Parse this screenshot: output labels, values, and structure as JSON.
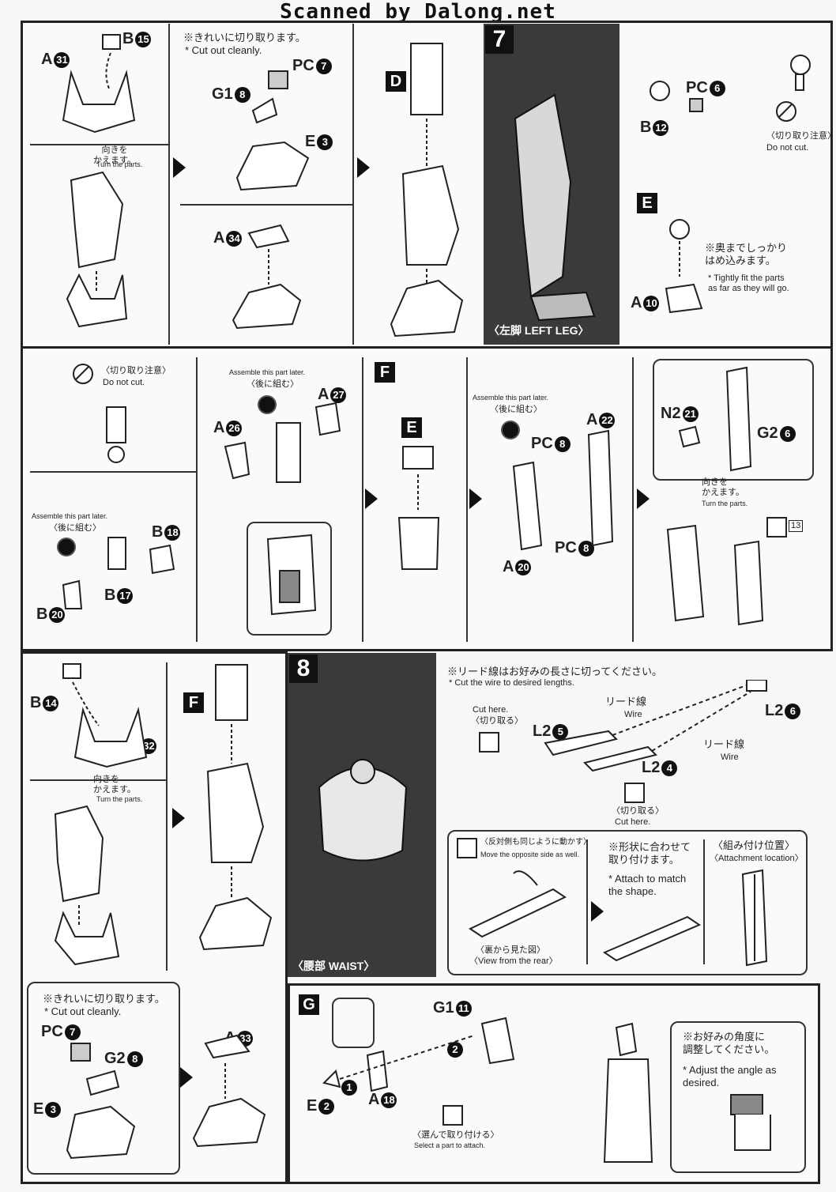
{
  "header": {
    "title": "Scanned by Dalong.net"
  },
  "step7": {
    "number": "7",
    "caption": "〈左脚 LEFT LEG〉",
    "cut_cleanly_jp": "※きれいに切り取ります。",
    "cut_cleanly_en": "* Cut out cleanly.",
    "turn_jp": "向きを\nかえます。",
    "turn_en": "Turn the parts.",
    "do_not_cut_jp": "〈切り取り注意〉",
    "do_not_cut_en": "Do not cut.",
    "fit_jp": "※奥までしっかり\nはめ込みます。",
    "fit_en": "* Tightly fit the parts\nas far as they will go.",
    "parts": {
      "a31": "A",
      "a31n": "31",
      "b15": "B",
      "b15n": "15",
      "pc7": "PC",
      "pc7n": "7",
      "g18": "G1",
      "g18n": "8",
      "e3": "E",
      "e3n": "3",
      "a34": "A",
      "a34n": "34",
      "d": "D",
      "pc6": "PC",
      "pc6n": "6",
      "b12": "B",
      "b12n": "12",
      "e": "E",
      "a10": "A",
      "a10n": "10"
    }
  },
  "row2": {
    "do_not_cut_jp": "〈切り取り注意〉",
    "do_not_cut_en": "Do not cut.",
    "assemble_later_en": "Assemble this part later.",
    "assemble_later_jp": "〈後に組む〉",
    "turn_jp": "向きを\nかえます。",
    "turn_en": "Turn the parts.",
    "page_ref": "13",
    "f": "F",
    "e": "E",
    "parts": {
      "b18": "B",
      "b18n": "18",
      "b17": "B",
      "b17n": "17",
      "b20": "B",
      "b20n": "20",
      "a26": "A",
      "a26n": "26",
      "a27": "A",
      "a27n": "27",
      "pc8a": "PC",
      "pc8an": "8",
      "pc8b": "PC",
      "pc8bn": "8",
      "a22": "A",
      "a22n": "22",
      "a20": "A",
      "a20n": "20",
      "n221": "N2",
      "n221n": "21",
      "g26": "G2",
      "g26n": "6"
    }
  },
  "step8": {
    "number": "8",
    "caption": "〈腰部 WAIST〉",
    "wire_cut_jp": "※リード線はお好みの長さに切ってください。",
    "wire_cut_en": "* Cut the wire to desired lengths.",
    "cut_here_en": "Cut here.",
    "cut_here_jp": "〈切り取る〉",
    "cut_here2_jp": "〈切り取る〉",
    "cut_here2_en": "Cut here.",
    "wire_jp": "リード線",
    "wire_en": "Wire",
    "move_opposite_jp": "〈反対側も同じように動かす〉",
    "move_opposite_en": "Move the opposite side as well.",
    "attach_shape_jp": "※形状に合わせて\n取り付けます。",
    "attach_shape_en": "* Attach to match\nthe shape.",
    "rear_view_jp": "〈裏から見た図〉",
    "rear_view_en": "〈View from the rear〉",
    "attach_loc_jp": "〈組み付け位置〉",
    "attach_loc_en": "〈Attachment location〉",
    "select_part_jp": "〈選んで取り付ける〉",
    "select_part_en": "Select a part to attach.",
    "angle_jp": "※お好みの角度に\n調整してください。",
    "angle_en": "* Adjust the angle as\ndesired.",
    "g": "G",
    "parts": {
      "l25": "L2",
      "l25n": "5",
      "l24": "L2",
      "l24n": "4",
      "l26": "L2",
      "l26n": "6",
      "g111": "G1",
      "g111n": "11",
      "e2": "E",
      "e2n": "2",
      "a18": "A",
      "a18n": "18",
      "step1": "1",
      "step2": "2"
    }
  },
  "row3left": {
    "turn_jp": "向きを\nかえます。",
    "turn_en": "Turn the parts.",
    "cut_cleanly_jp": "※きれいに切り取ります。",
    "cut_cleanly_en": "* Cut out cleanly.",
    "f": "F",
    "parts": {
      "b14": "B",
      "b14n": "14",
      "a32": "A",
      "a32n": "32",
      "pc7": "PC",
      "pc7n": "7",
      "g28": "G2",
      "g28n": "8",
      "e3": "E",
      "e3n": "3",
      "a33": "A",
      "a33n": "33"
    }
  }
}
